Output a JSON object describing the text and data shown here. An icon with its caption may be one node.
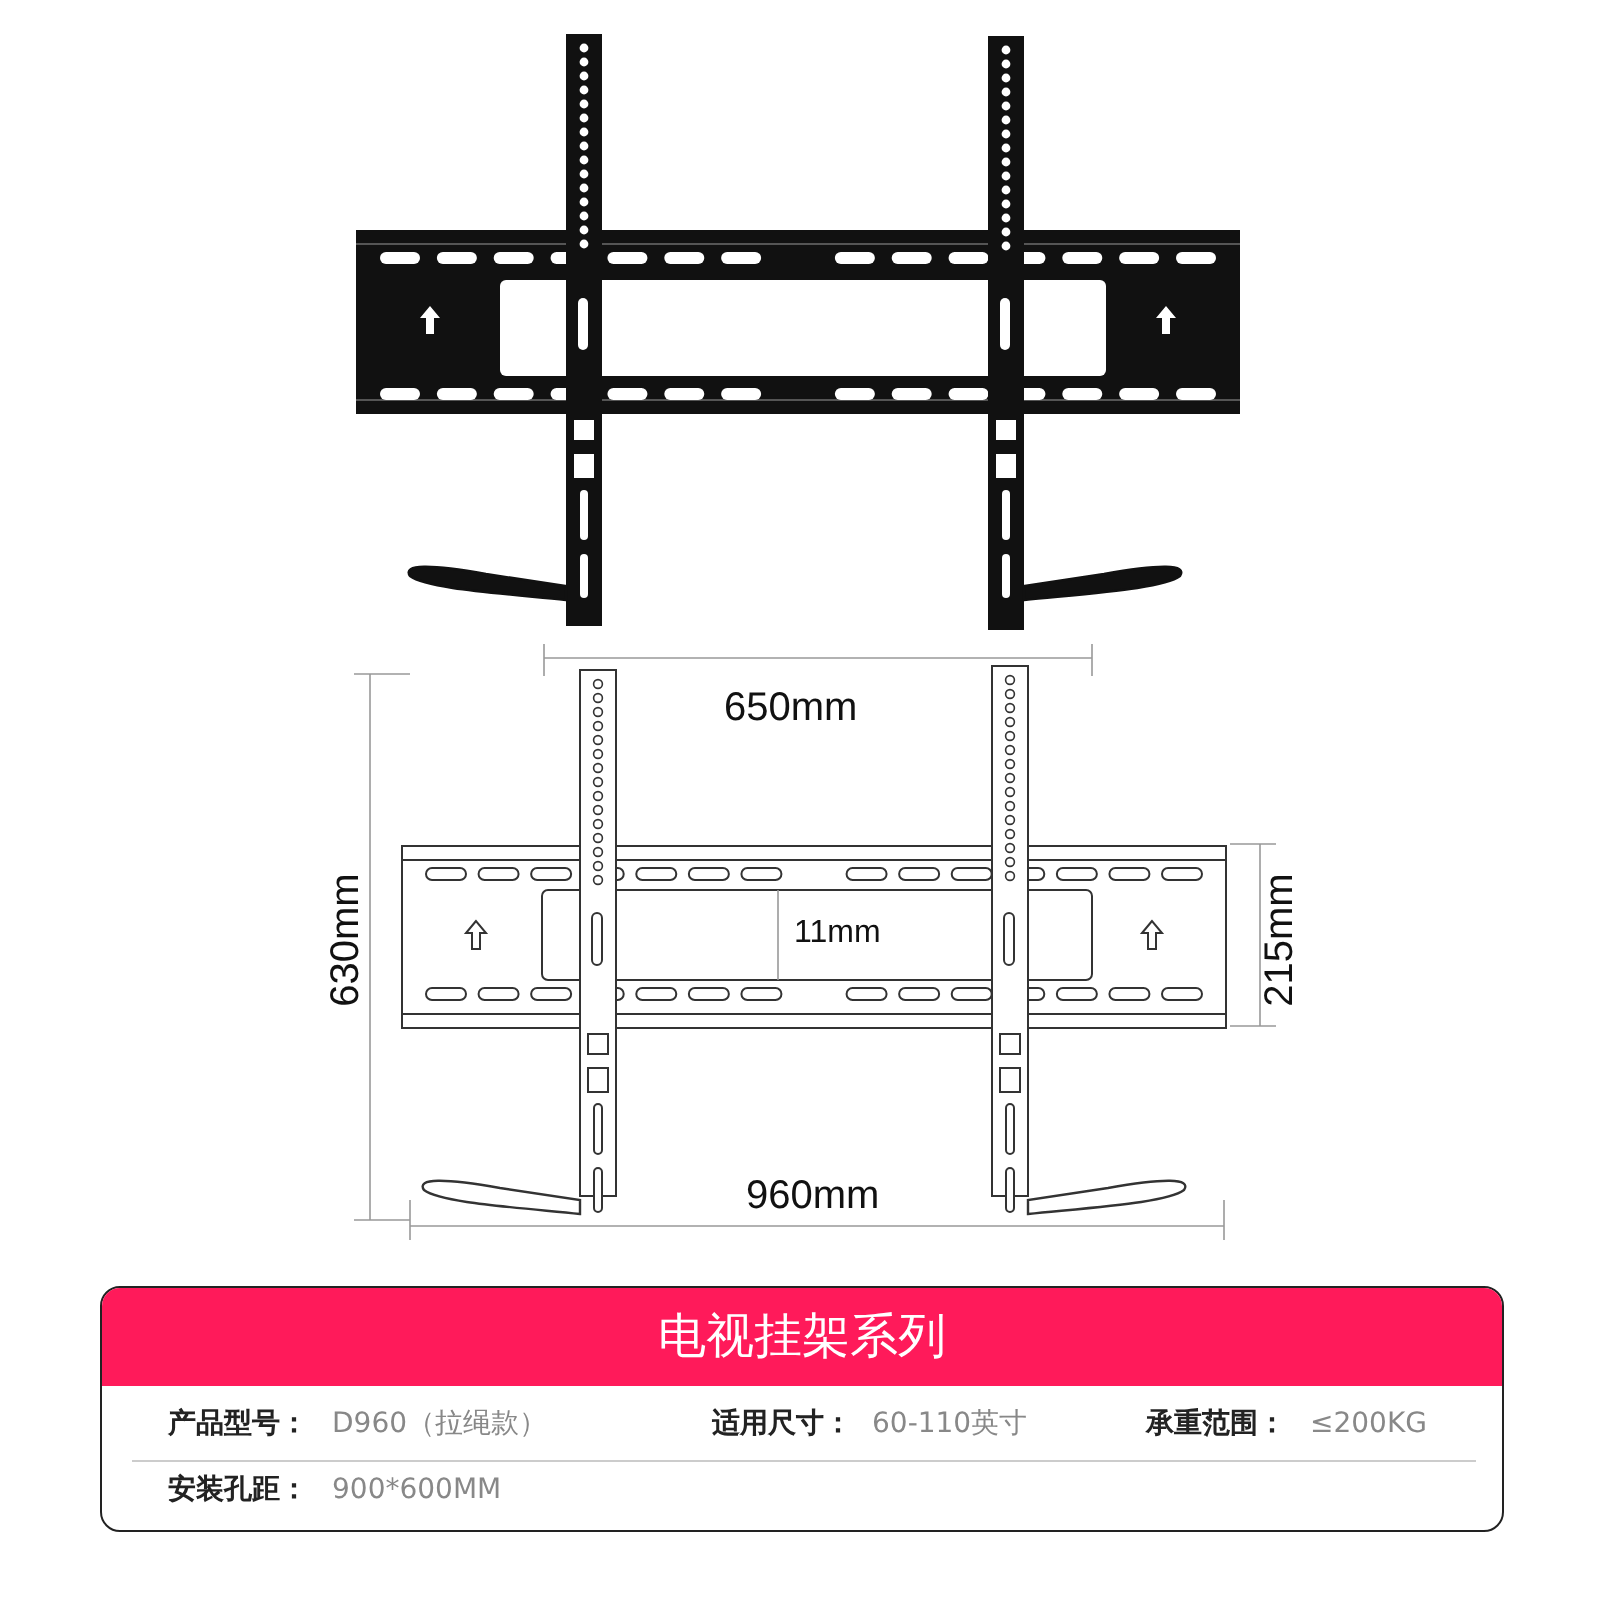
{
  "diagram": {
    "title": "电视挂架系列",
    "labels": [
      "650mm",
      "630mm",
      "11mm",
      "215mm",
      "960mm",
      "产品型号：",
      "D960（拉绳款）",
      "适用尺寸：",
      "60-110英寸",
      "承重范围：",
      "≤200KG",
      "安装孔距：",
      "900*600MM"
    ]
  }
}
